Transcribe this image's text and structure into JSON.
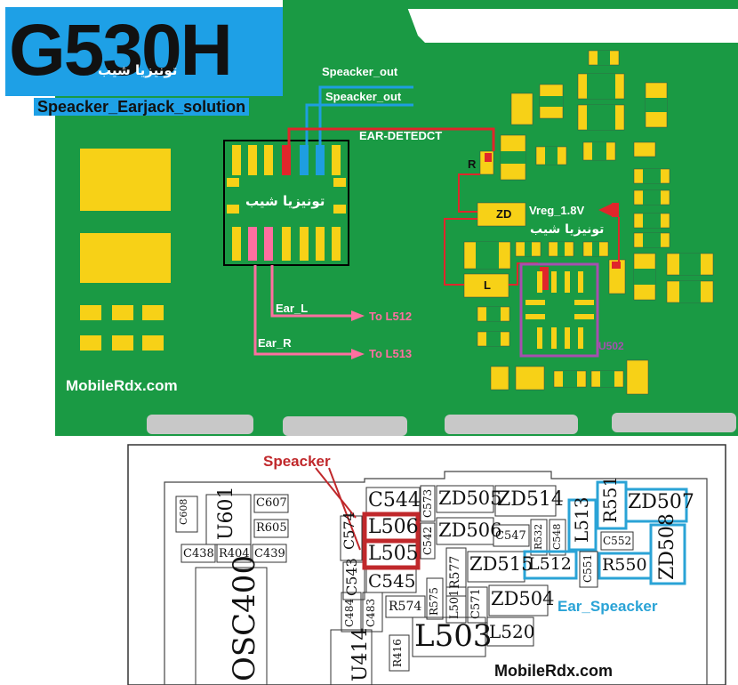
{
  "title": {
    "model": "G530H",
    "arabic": "تونيزيا شيب",
    "subtitle": "Speacker_Earjack_solution"
  },
  "board": {
    "watermark_top": "MobileRdx.com",
    "watermark_left": "MobileRdx.com",
    "chip_label": "تونيزيا شيب",
    "right_arabic": "تونيزيا شيب",
    "signals": {
      "speaker_out_1": "Speacker_out",
      "speaker_out_2": "Speacker_out",
      "ear_detect": "EAR-DETEDCT",
      "r_label": "R",
      "zd_label": "ZD",
      "vreg": "Vreg_1.8V",
      "l_label": "L",
      "u502": "U502",
      "ear_l": "Ear_L",
      "ear_r": "Ear_R",
      "to_l512": "To L512",
      "to_l513": "To L513"
    }
  },
  "schematic": {
    "speacker_label": "Speacker",
    "ear_speacker_label": "Ear_Speacker",
    "watermark": "MobileRdx.com",
    "components": {
      "c608": "C608",
      "u601": "U601",
      "c607": "C607",
      "r605": "R605",
      "c438": "C438",
      "r404": "R404",
      "c439": "C439",
      "osc400": "OSC400",
      "c544": "C544",
      "c574": "C574",
      "c573": "C573",
      "l506": "L506",
      "l505": "L505",
      "c542": "C542",
      "c543": "C543",
      "c545": "C545",
      "zd505": "ZD505",
      "zd514": "ZD514",
      "zd506": "ZD506",
      "c547": "C547",
      "r532": "R532",
      "c548": "C548",
      "l513": "L513",
      "r551": "R551",
      "zd507": "ZD507",
      "c552": "C552",
      "zd508": "ZD508",
      "r577": "R577",
      "zd515": "ZD515",
      "l512": "L512",
      "c551": "C551",
      "r550": "R550",
      "c484": "C484",
      "c483": "C483",
      "r574": "R574",
      "r575": "R575",
      "l501": "L501",
      "c571": "C571",
      "zd504": "ZD504",
      "u414": "U414",
      "r416": "R416",
      "l503": "L503",
      "l520": "L520"
    }
  },
  "colors": {
    "pcb": "#1a9a44",
    "pad": "#f7d117",
    "title_bg": "#1ea0e6",
    "trace_red": "#e0262b",
    "trace_blue": "#1e9ee0",
    "trace_pink": "#ff6fa0",
    "u502_box": "#a64fb0",
    "schematic_blue": "#2aa3d6",
    "schematic_red": "#c0282b"
  }
}
